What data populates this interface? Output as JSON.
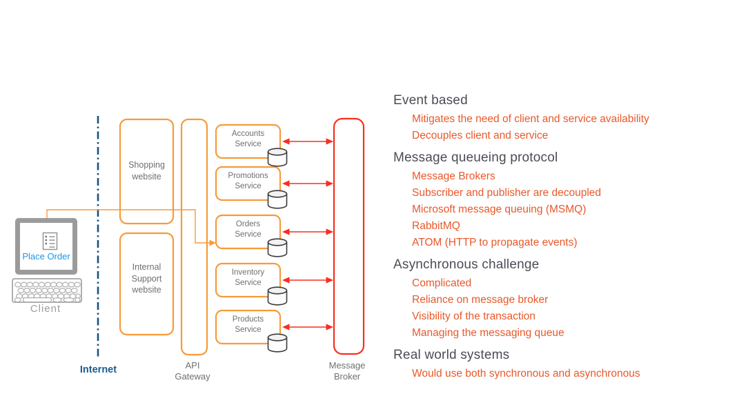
{
  "diagram": {
    "client": {
      "screen_label": "Place Order",
      "device_label": "Client"
    },
    "internet_label": "Internet",
    "nodes": {
      "shopping": "Shopping\nwebsite",
      "internal_support": "Internal\nSupport\nwebsite",
      "api_gateway": "API\nGateway",
      "services": [
        "Accounts\nService",
        "Promotions\nService",
        "Orders\nService",
        "Inventory\nService",
        "Products\nService"
      ],
      "message_broker": "Message\nBroker"
    },
    "colors": {
      "box_orange": "#F89A38",
      "broker_red": "#F92D1E",
      "internet_blue": "#1D5B8F",
      "link_blue": "#1E95E4",
      "note_heading_gray": "#4B4C55",
      "note_item_orange": "#E8582A"
    }
  },
  "notes": {
    "sections": [
      {
        "title": "Event based",
        "items": [
          "Mitigates the need of client and service availability",
          "Decouples client and service"
        ]
      },
      {
        "title": "Message queueing protocol",
        "items": [
          "Message Brokers",
          "Subscriber and publisher are decoupled",
          "Microsoft message queuing (MSMQ)",
          "RabbitMQ",
          "ATOM (HTTP to propagate events)"
        ]
      },
      {
        "title": "Asynchronous challenge",
        "items": [
          "Complicated",
          "Reliance on message broker",
          "Visibility of the transaction",
          "Managing the messaging queue"
        ]
      },
      {
        "title": "Real world systems",
        "items": [
          "Would use both synchronous and asynchronous"
        ]
      }
    ]
  }
}
